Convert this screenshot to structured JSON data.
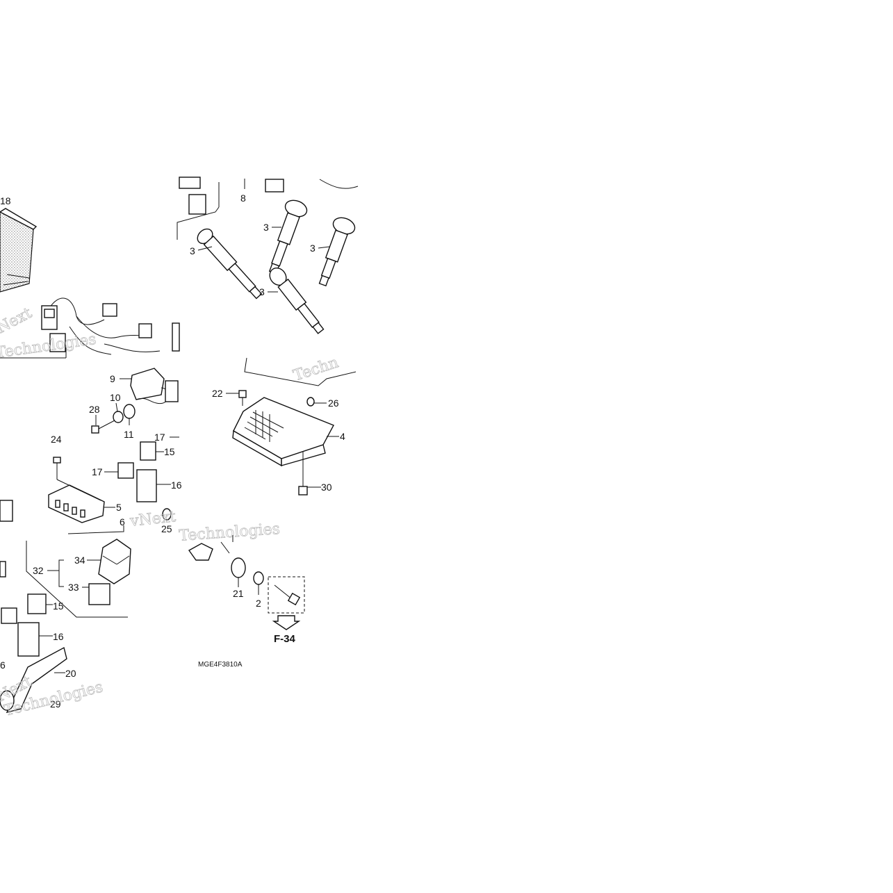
{
  "diagram": {
    "drawing_code": "MGE4F3810A",
    "reference": "F-34",
    "watermarks": [
      "Next",
      "Technologies",
      "Techn",
      "vNext",
      "Technologies",
      "Next",
      "Technologies"
    ],
    "callouts": {
      "c18": "18",
      "c8": "8",
      "c3a": "3",
      "c3b": "3",
      "c3c": "3",
      "c3d": "3",
      "c9": "9",
      "c10": "10",
      "c28": "28",
      "c11": "11",
      "c17a": "17",
      "c15a": "15",
      "c24": "24",
      "c17b": "17",
      "c16a": "16",
      "c5": "5",
      "c6": "6",
      "c25": "25",
      "c22": "22",
      "c26": "26",
      "c4": "4",
      "c30": "30",
      "c32": "32",
      "c34": "34",
      "c33": "33",
      "c15b": "15",
      "c16b": "16",
      "c20": "20",
      "c29": "29",
      "c6b": "6",
      "c21": "21",
      "c2": "2"
    }
  }
}
